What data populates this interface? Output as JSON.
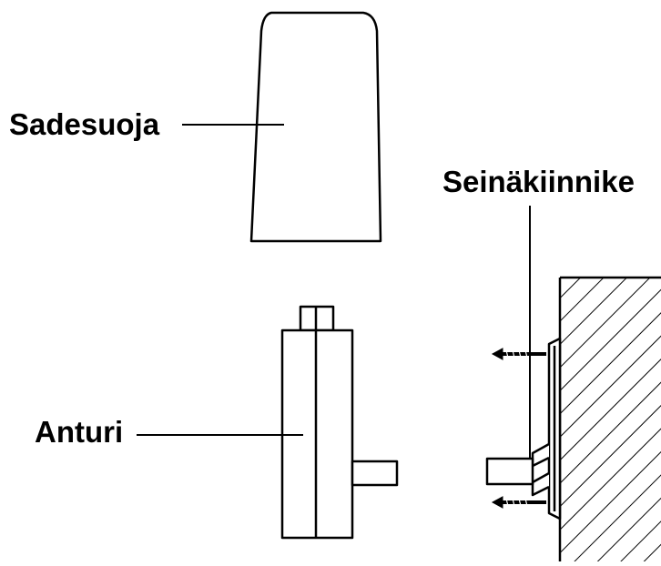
{
  "labels": {
    "rain_cover": "Sadesuoja",
    "sensor": "Anturi",
    "wall_bracket": "Seinäkiinnike"
  },
  "colors": {
    "ink": "#000000",
    "paper": "#ffffff"
  }
}
